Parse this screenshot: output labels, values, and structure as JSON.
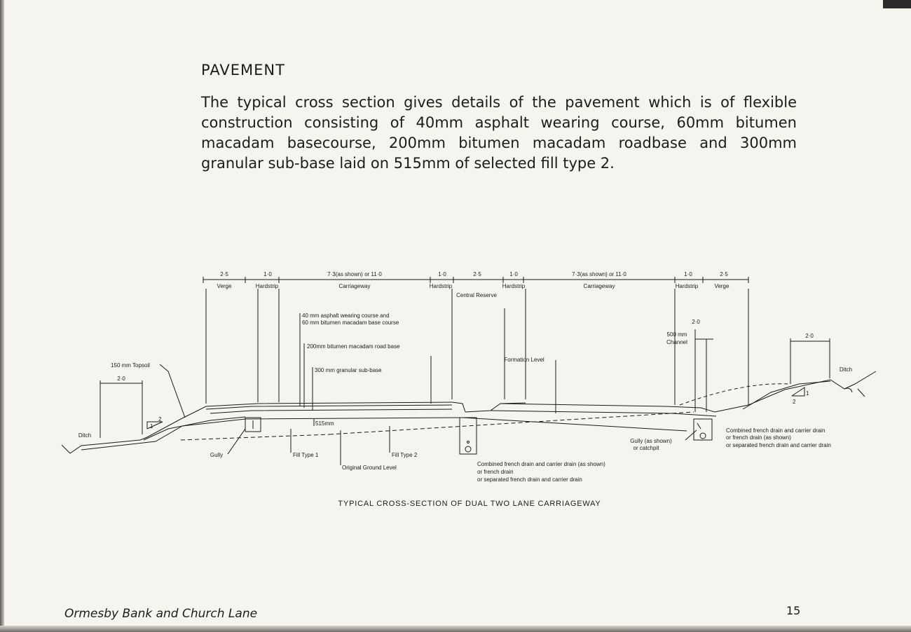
{
  "heading": "PAVEMENT",
  "paragraph": "The typical cross section gives details of the pavement which is of flexible construction consisting of 40mm asphalt wearing course, 60mm bitumen macadam basecourse, 200mm bitumen macadam roadbase and 300mm granular sub-base laid on 515mm of selected fill type 2.",
  "diagram": {
    "dims": {
      "verge_left": "2·5",
      "hardstrip_left": "1·0",
      "carriageway_left": "7·3(as shown) or 11·0",
      "hardstrip_cl": "1·0",
      "reserve": "2·5",
      "hardstrip_cr": "1·0",
      "carriageway_right": "7·3(as shown) or 11·0",
      "hardstrip_right": "1·0",
      "verge_right": "2·5",
      "ditch_left": "2·0",
      "ditch_right": "2·0",
      "channel_offset": "2·0"
    },
    "labels": {
      "verge": "Verge",
      "hardstrip": "Hardstrip",
      "carriageway": "Carriageway",
      "central_reserve": "Central Reserve",
      "asphalt_1": "40 mm asphalt wearing course and",
      "asphalt_2": "60 mm bitumen macadam base course",
      "roadbase": "200mm bitumen macadam road base",
      "subbase": "300 mm granular sub-base",
      "topsoil": "150 mm Topsoil",
      "ditch": "Ditch",
      "gully": "Gully",
      "fill_515": "515mm",
      "fill_type_1": "Fill Type 1",
      "fill_type_2": "Fill Type 2",
      "original_ground": "Original Ground Level",
      "formation_level": "Formation Level",
      "channel_1": "500 mm",
      "channel_2": "Channel",
      "gully_catchpit_1": "Gully (as shown)",
      "gully_catchpit_2": "or catchpit",
      "drain_centre_1": "Combined french drain and carrier drain (as shown)",
      "drain_centre_2": "or french drain",
      "drain_centre_3": "or separated french drain and carrier drain",
      "drain_right_1": "Combined french drain and carrier drain",
      "drain_right_2": "or french drain (as shown)",
      "drain_right_3": "or separated french drain and carrier drain",
      "slope_1": "1",
      "slope_2": "2"
    },
    "caption": "TYPICAL CROSS-SECTION OF DUAL TWO LANE CARRIAGEWAY"
  },
  "footer": {
    "title": "Ormesby Bank and Church Lane",
    "page_number": "15"
  }
}
